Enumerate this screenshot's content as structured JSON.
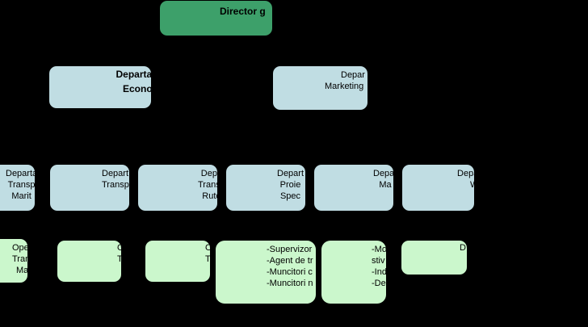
{
  "colors": {
    "background": "#000000",
    "director_fill": "#3da06a",
    "department_fill": "#c0dde3",
    "task_fill": "#cbf7cc"
  },
  "director": {
    "label": "Director g"
  },
  "level2": [
    {
      "lines": [
        "Departa",
        "Econo"
      ]
    },
    {
      "lines": [
        "Depar",
        "Marketing"
      ]
    }
  ],
  "level3": [
    {
      "lines": [
        "Departa",
        "Transp",
        "Marit"
      ]
    },
    {
      "lines": [
        "Depart",
        "Transp"
      ]
    },
    {
      "lines": [
        "Depa",
        "Transp",
        "Rute"
      ]
    },
    {
      "lines": [
        "Depart",
        "Proie",
        "Spec"
      ]
    },
    {
      "lines": [
        "Depar",
        "Ma"
      ]
    },
    {
      "lines": [
        "Depa",
        "W"
      ]
    }
  ],
  "level4": [
    {
      "lines": [
        "Ope",
        "Trans",
        "Ma"
      ]
    },
    {
      "lines": [
        "O",
        "T"
      ]
    },
    {
      "lines": [
        "O",
        "T"
      ]
    },
    {
      "lines": [
        "-Supervizor",
        "-Agent de tr",
        "-Muncitori c",
        "-Muncitori n"
      ]
    },
    {
      "lines": [
        "-Mo",
        "stiv",
        "-Ind",
        "-De"
      ]
    },
    {
      "lines": [
        "D"
      ]
    }
  ]
}
